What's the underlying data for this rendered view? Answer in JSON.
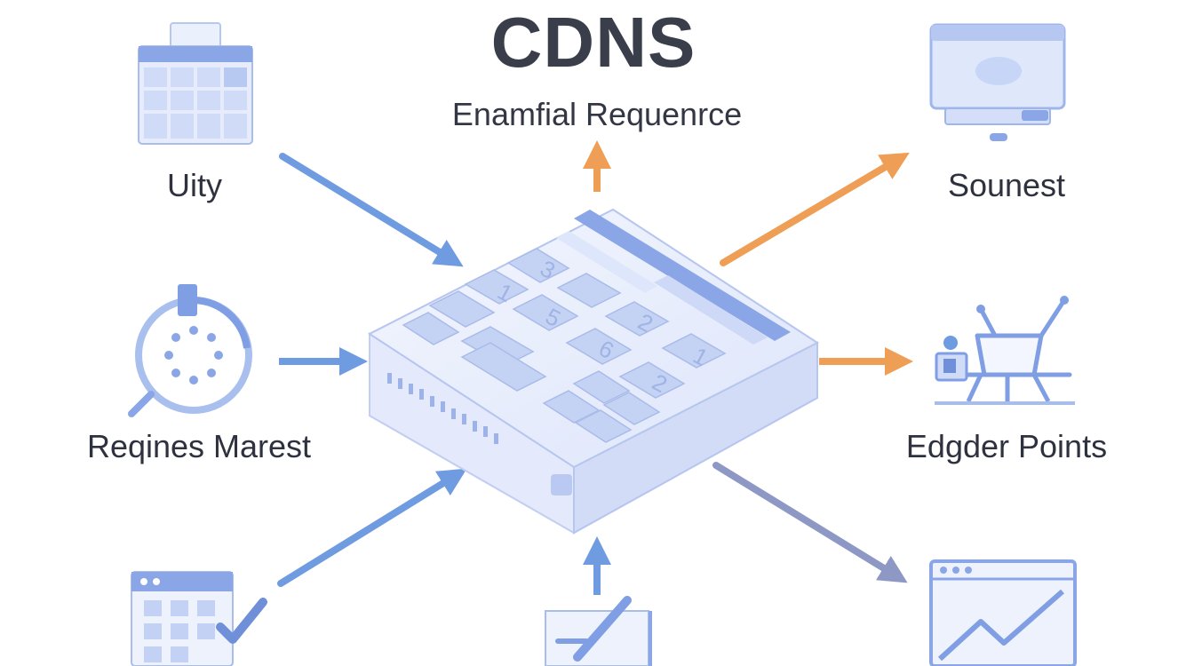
{
  "diagram": {
    "title": "CDNS",
    "subtitle": "Enamfial Requenrce",
    "nodes": {
      "top_left": {
        "label": "Uity",
        "icon": "calendar-grid-icon"
      },
      "mid_left": {
        "label": "Reqines Marest",
        "icon": "network-cycle-icon"
      },
      "top_right": {
        "label": "Sounest",
        "icon": "monitor-icon"
      },
      "mid_right": {
        "label": "Edgder Points",
        "icon": "user-desk-icon"
      },
      "bottom_left": {
        "label": "",
        "icon": "calendar-check-icon"
      },
      "bottom_center": {
        "label": "",
        "icon": "document-pen-icon"
      },
      "bottom_right": {
        "label": "",
        "icon": "line-graph-window-icon"
      }
    },
    "center_device": {
      "icon": "keypad-server-icon",
      "keys": [
        "3",
        "1",
        "5",
        "2",
        "6",
        "1",
        "2"
      ]
    },
    "colors": {
      "incoming_arrow": "#6f9be0",
      "outgoing_arrow": "#ef9e55",
      "lower_arrow": "#8e98c4",
      "icon_stroke": "#8aa6e6",
      "icon_fill": "#e6ecfb"
    }
  }
}
